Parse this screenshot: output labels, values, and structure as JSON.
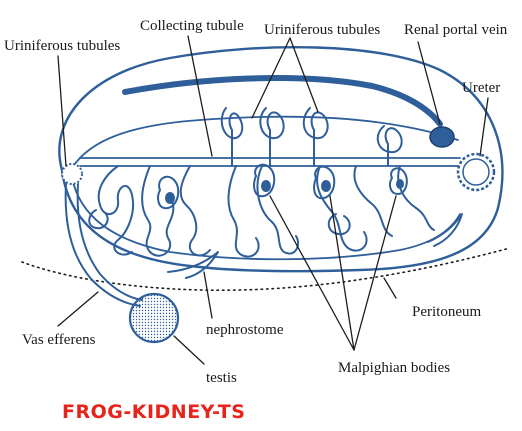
{
  "labels": {
    "uriniferous_left": "Uriniferous tubules",
    "collecting_tubule": "Collecting tubule",
    "uriniferous_top": "Uriniferous tubules",
    "renal_portal_vein": "Renal portal vein",
    "ureter": "Ureter",
    "peritoneum": "Peritoneum",
    "vas_efferens": "Vas efferens",
    "nephrostome": "nephrostome",
    "malpighian_bodies": "Malpighian bodies",
    "testis": "testis"
  },
  "caption": "FROG-KIDNEY-TS",
  "colors": {
    "ink": "#2f5f9a",
    "vein_fill": "#2f5f9a",
    "caption": "#e8231a",
    "text": "#1a1a1a"
  }
}
